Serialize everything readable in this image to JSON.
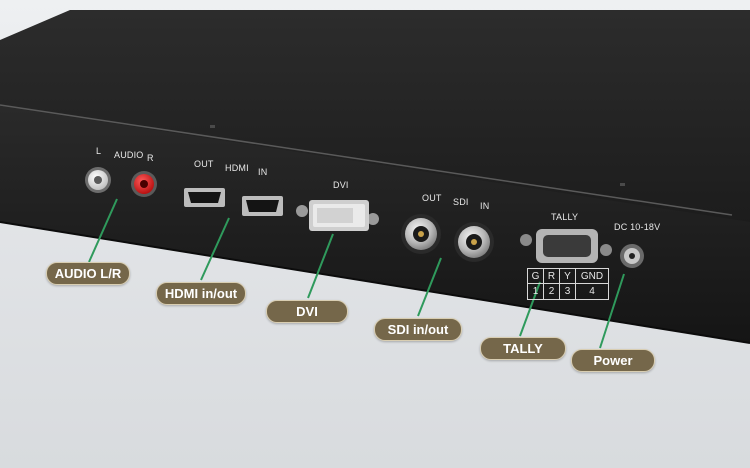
{
  "panel": {
    "audio": {
      "heading": "AUDIO",
      "left": "L",
      "right": "R"
    },
    "hdmi": {
      "heading": "HDMI",
      "out": "OUT",
      "in": "IN"
    },
    "dvi": {
      "heading": "DVI"
    },
    "sdi": {
      "heading": "SDI",
      "out": "OUT",
      "in": "IN"
    },
    "tally": {
      "heading": "TALLY",
      "pins": [
        {
          "name": "G",
          "num": "1"
        },
        {
          "name": "R",
          "num": "2"
        },
        {
          "name": "Y",
          "num": "3"
        },
        {
          "name": "GND",
          "num": "4"
        }
      ]
    },
    "power": {
      "heading": "DC 10-18V"
    }
  },
  "callouts": {
    "audio": "AUDIO L/R",
    "hdmi": "HDMI in/out",
    "dvi": "DVI",
    "sdi": "SDI in/out",
    "tally": "TALLY",
    "power": "Power"
  },
  "colors": {
    "pill_fill": "#75674a",
    "pill_border": "#d9ceb2",
    "leader_line": "#2f9a5c",
    "device_body": "#232323"
  }
}
